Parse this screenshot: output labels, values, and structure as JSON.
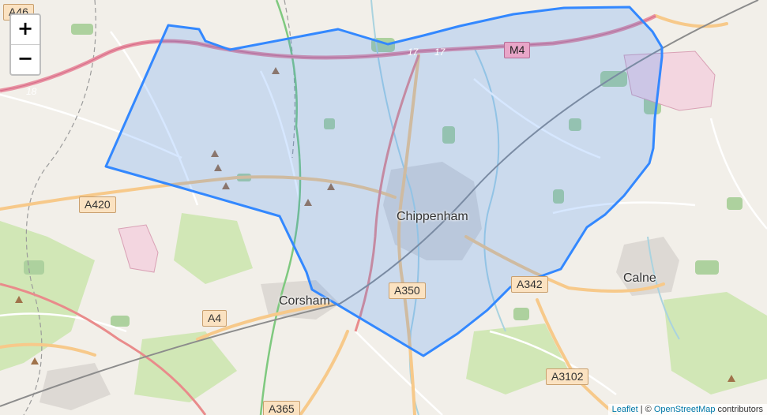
{
  "zoom": {
    "in_label": "+",
    "out_label": "−"
  },
  "road_labels": {
    "a46": "A46",
    "m4": "M4",
    "j17a": "17",
    "j17b": "17",
    "j18": "18",
    "a420": "A420",
    "a350": "A350",
    "a342": "A342",
    "a4": "A4",
    "a3102": "A3102",
    "a365": "A365"
  },
  "towns": {
    "chippenham": "Chippenham",
    "corsham": "Corsham",
    "calne": "Calne"
  },
  "attribution": {
    "leaflet": "Leaflet",
    "separator": " | © ",
    "osm": "OpenStreetMap",
    "suffix": " contributors"
  },
  "colors": {
    "polygon_stroke": "#3388ff",
    "polygon_fill": "#3388ff",
    "motorway": "#e892a2",
    "primary": "#f7c98a"
  }
}
